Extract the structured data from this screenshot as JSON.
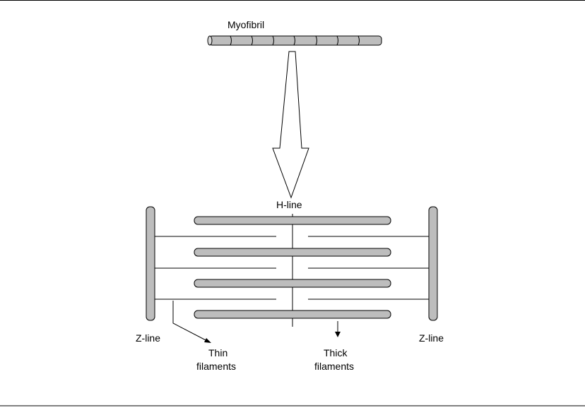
{
  "labels": {
    "myofibril": "Myofibril",
    "h_line": "H-line",
    "z_line_left": "Z-line",
    "z_line_right": "Z-line",
    "thin_line1": "Thin",
    "thin_line2": "filaments",
    "thick_line1": "Thick",
    "thick_line2": "filaments"
  },
  "colors": {
    "filament_fill": "#bdbdbd",
    "stroke": "#000000",
    "background": "#ffffff"
  }
}
